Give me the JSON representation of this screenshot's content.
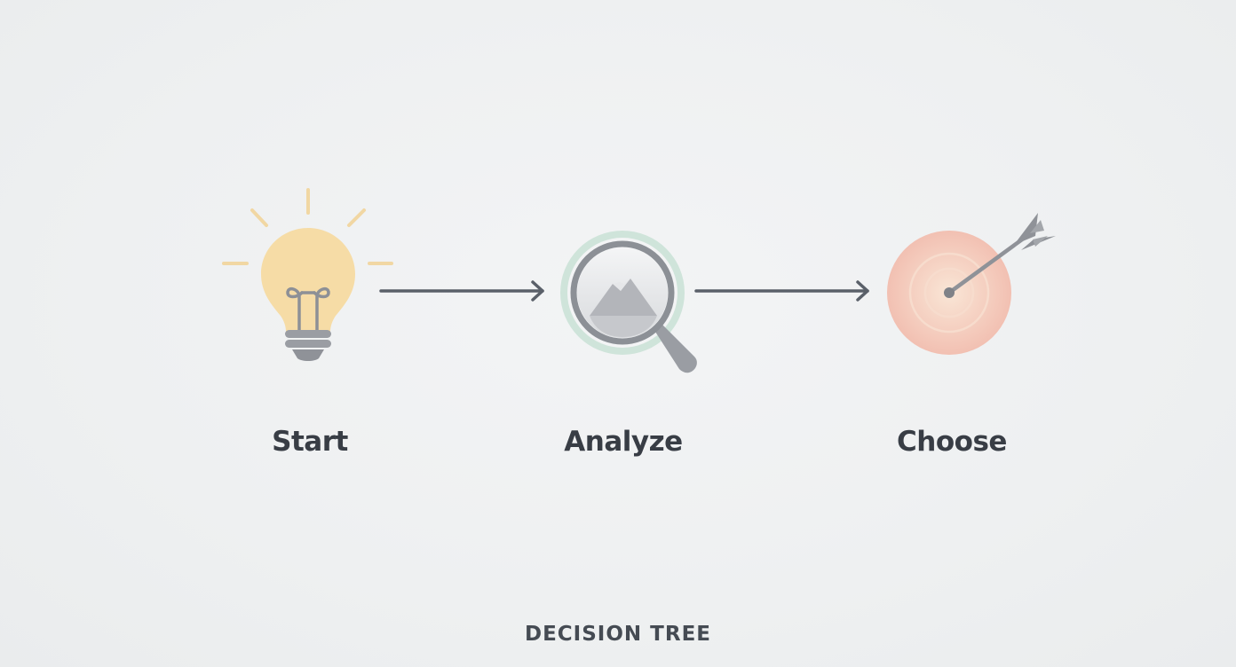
{
  "steps": [
    {
      "label": "Start",
      "icon": "lightbulb-icon"
    },
    {
      "label": "Analyze",
      "icon": "magnifying-glass-icon"
    },
    {
      "label": "Choose",
      "icon": "target-arrow-icon"
    }
  ],
  "footer": {
    "title": "DECISION TREE"
  },
  "colors": {
    "background": "#eef0f1",
    "text": "#383d45",
    "arrow": "#5a6069",
    "bulb": "#f6dca6",
    "bulb_rays": "#f1d7a3",
    "metal": "#9a9da3",
    "lens_ring": "#cfe4da",
    "target_outer": "#f2c3b5",
    "target_inner": "#f6d2bf"
  }
}
